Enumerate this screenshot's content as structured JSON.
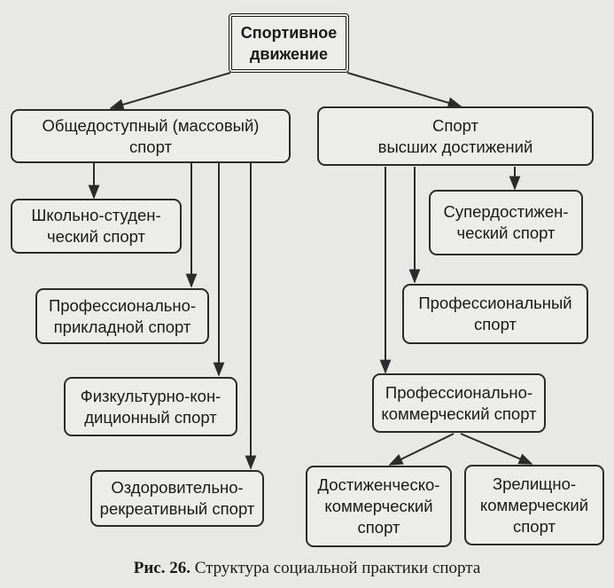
{
  "diagram": {
    "nodes": {
      "root": "Спортивное\nдвижение",
      "mass": "Общедоступный (массовый)\nспорт",
      "elite": "Спорт\nвысших достижений",
      "school": "Школьно-студен-\nческий спорт",
      "applied": "Профессионально-\nприкладной спорт",
      "fitness": "Физкультурно-кон-\nдиционный спорт",
      "recreation": "Оздоровительно-\nрекреативный спорт",
      "superelite": "Супердостижен-\nческий спорт",
      "pro": "Профессиональный\nспорт",
      "procommercial": "Профессионально-\nкоммерческий спорт",
      "achievcommercial": "Достиженческо-\nкоммерческий\nспорт",
      "spectacle": "Зрелищно-\nкоммерческий\nспорт"
    }
  },
  "caption": {
    "label": "Рис. 26.",
    "text": " Структура социальной практики спорта"
  }
}
